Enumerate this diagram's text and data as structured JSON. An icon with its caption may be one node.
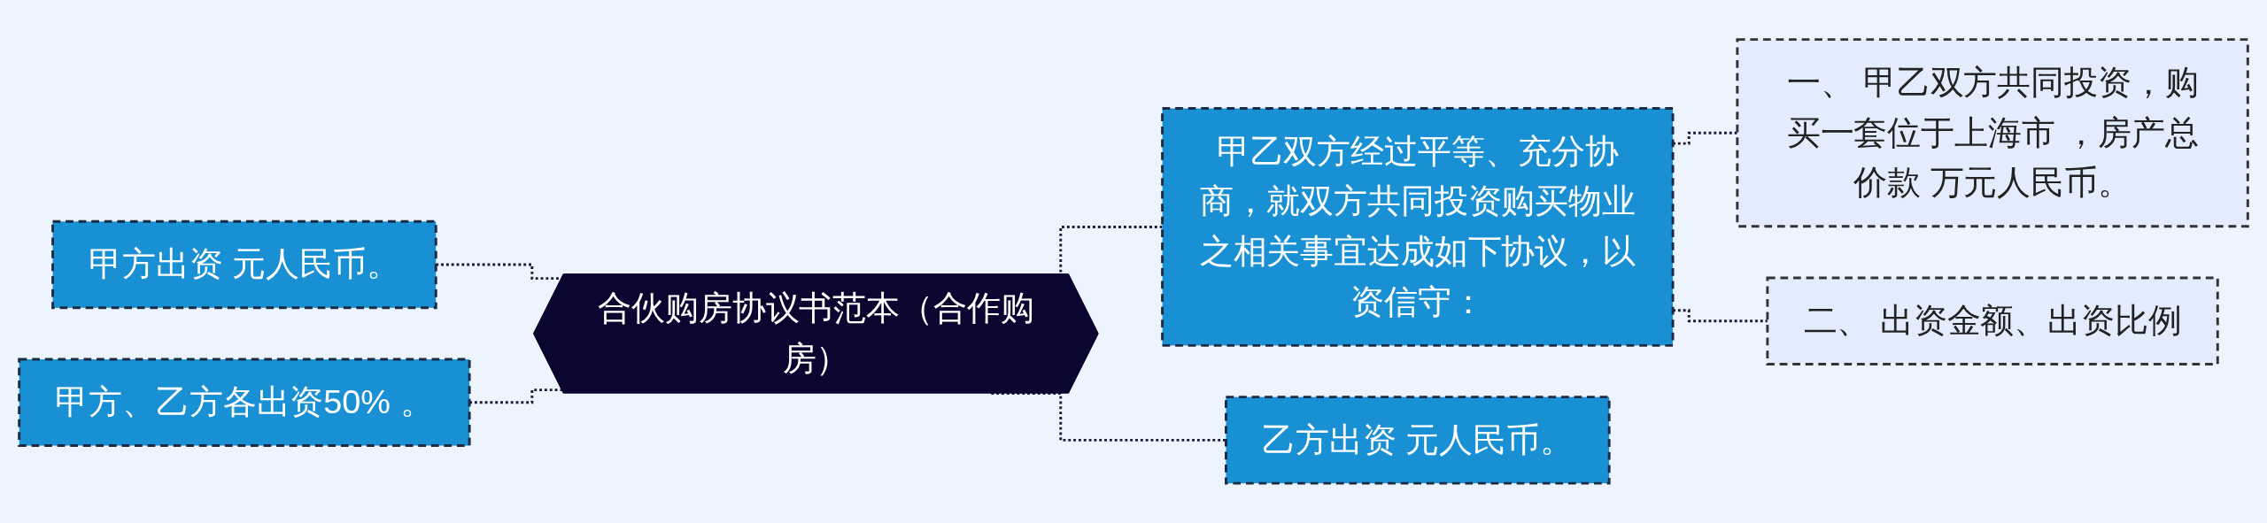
{
  "diagram": {
    "nodes": [
      {
        "text": [
          "甲方出资 元人民币。"
        ]
      },
      {
        "text": [
          "甲方、乙方各出资50% 。"
        ]
      },
      {
        "text": [
          "合伙购房协议书范本（合作购房）"
        ]
      },
      {
        "text": [
          "甲乙双方经过平等、充分协商，就双方共同投资购买物业之相关事宜达成如下协议，以资信守："
        ]
      },
      {
        "text": [
          "一、 甲乙双方共同投资，购买一套位于上海市 ，房产总价款 万元人民币。"
        ]
      },
      {
        "text": [
          "二、 出资金额、出资比例"
        ]
      },
      {
        "text": [
          "乙方出资 元人民币。"
        ]
      }
    ],
    "edges": [
      {
        "from": 0,
        "to": 2,
        "arrow": "none",
        "style": "dashed"
      },
      {
        "from": 1,
        "to": 2,
        "arrow": "none",
        "style": "dashed"
      },
      {
        "from": 2,
        "to": 3,
        "arrow": "none",
        "style": "dashed"
      },
      {
        "from": 3,
        "to": 4,
        "arrow": "none",
        "style": "dashed"
      },
      {
        "from": 3,
        "to": 5,
        "arrow": "none",
        "style": "dashed"
      },
      {
        "from": 2,
        "to": 6,
        "arrow": "none",
        "style": "dashed"
      }
    ]
  }
}
